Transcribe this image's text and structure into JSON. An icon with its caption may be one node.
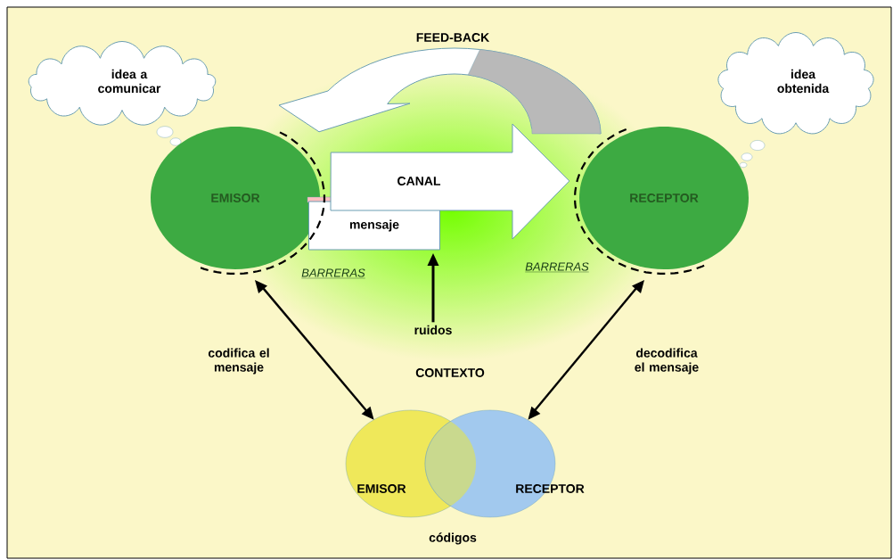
{
  "diagram": {
    "nodes": [
      {
        "text": [
          "idea a comunicar"
        ]
      },
      {
        "text": [
          "idea obtenida"
        ]
      },
      {
        "text": [
          "EMISOR"
        ]
      },
      {
        "text": [
          "RECEPTOR"
        ]
      },
      {
        "text": [
          "mensaje"
        ]
      },
      {
        "text": [
          "ruidos"
        ]
      },
      {
        "text": [
          "EMISOR"
        ]
      },
      {
        "text": [
          "RECEPTOR"
        ]
      }
    ],
    "edges": [
      {
        "from": 2,
        "to": 3,
        "arrow": "to",
        "label": "CANAL"
      },
      {
        "from": 3,
        "to": 2,
        "arrow": "to",
        "label": "FEED-BACK"
      },
      {
        "from": 5,
        "to": 4,
        "arrow": "to"
      },
      {
        "from": 2,
        "to": 6,
        "arrow": "both",
        "label": "codifica el mensaje"
      },
      {
        "from": 3,
        "to": 7,
        "arrow": "both",
        "label": "decodifica el mensaje"
      }
    ],
    "labels": [
      "BARRERAS",
      "BARRERAS",
      "CONTEXTO",
      "códigos"
    ]
  }
}
